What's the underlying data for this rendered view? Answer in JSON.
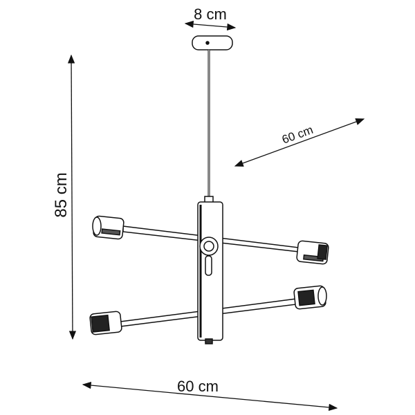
{
  "dimensions": {
    "canopy_width": "8 cm",
    "height": "85 cm",
    "depth": "60 cm",
    "width": "60 cm"
  },
  "colors": {
    "line": "#111111",
    "background": "#ffffff"
  }
}
